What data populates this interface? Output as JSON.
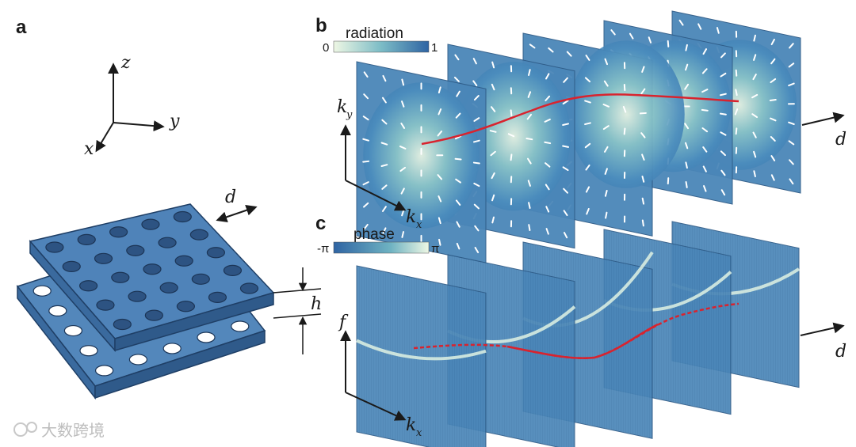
{
  "panels": {
    "a": {
      "label": "a"
    },
    "b": {
      "label": "b"
    },
    "c": {
      "label": "c"
    }
  },
  "axes_3d": {
    "z": "z",
    "y": "y",
    "x": "x"
  },
  "slab": {
    "d_label": "d",
    "h_label": "h"
  },
  "panel_b": {
    "colorbar_title": "radiation",
    "colorbar_min": "0",
    "colorbar_max": "1",
    "y_axis": "k",
    "y_sub": "y",
    "x_axis": "k",
    "x_sub": "x",
    "d_axis": "d"
  },
  "panel_c": {
    "colorbar_title": "phase",
    "colorbar_min": "-π",
    "colorbar_max": "π",
    "y_axis": "f",
    "x_axis": "k",
    "x_sub": "x",
    "d_axis": "d"
  },
  "watermark": "大数跨境",
  "colors": {
    "slab": "#4e7fb4",
    "slab_dark": "#2f5685",
    "panel_blue": "#4a86b8",
    "panel_light": "#dcefd6",
    "curve": "#d9232e"
  }
}
